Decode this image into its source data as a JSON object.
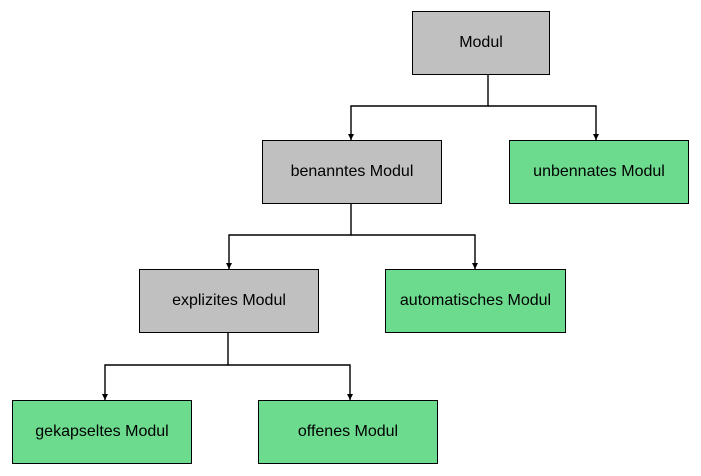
{
  "nodes": {
    "modul": "Modul",
    "benanntes_modul": "benanntes Modul",
    "unbenanntes_modul": "unbennates Modul",
    "explizites_modul": "explizites Modul",
    "automatisches_modul": "automatisches Modul",
    "gekapseltes_modul": "gekapseltes Modul",
    "offenes_modul": "offenes Modul"
  },
  "colors": {
    "abstract_fill": "#c0c0c0",
    "concrete_fill": "#6cdb8e",
    "line": "#000000"
  }
}
